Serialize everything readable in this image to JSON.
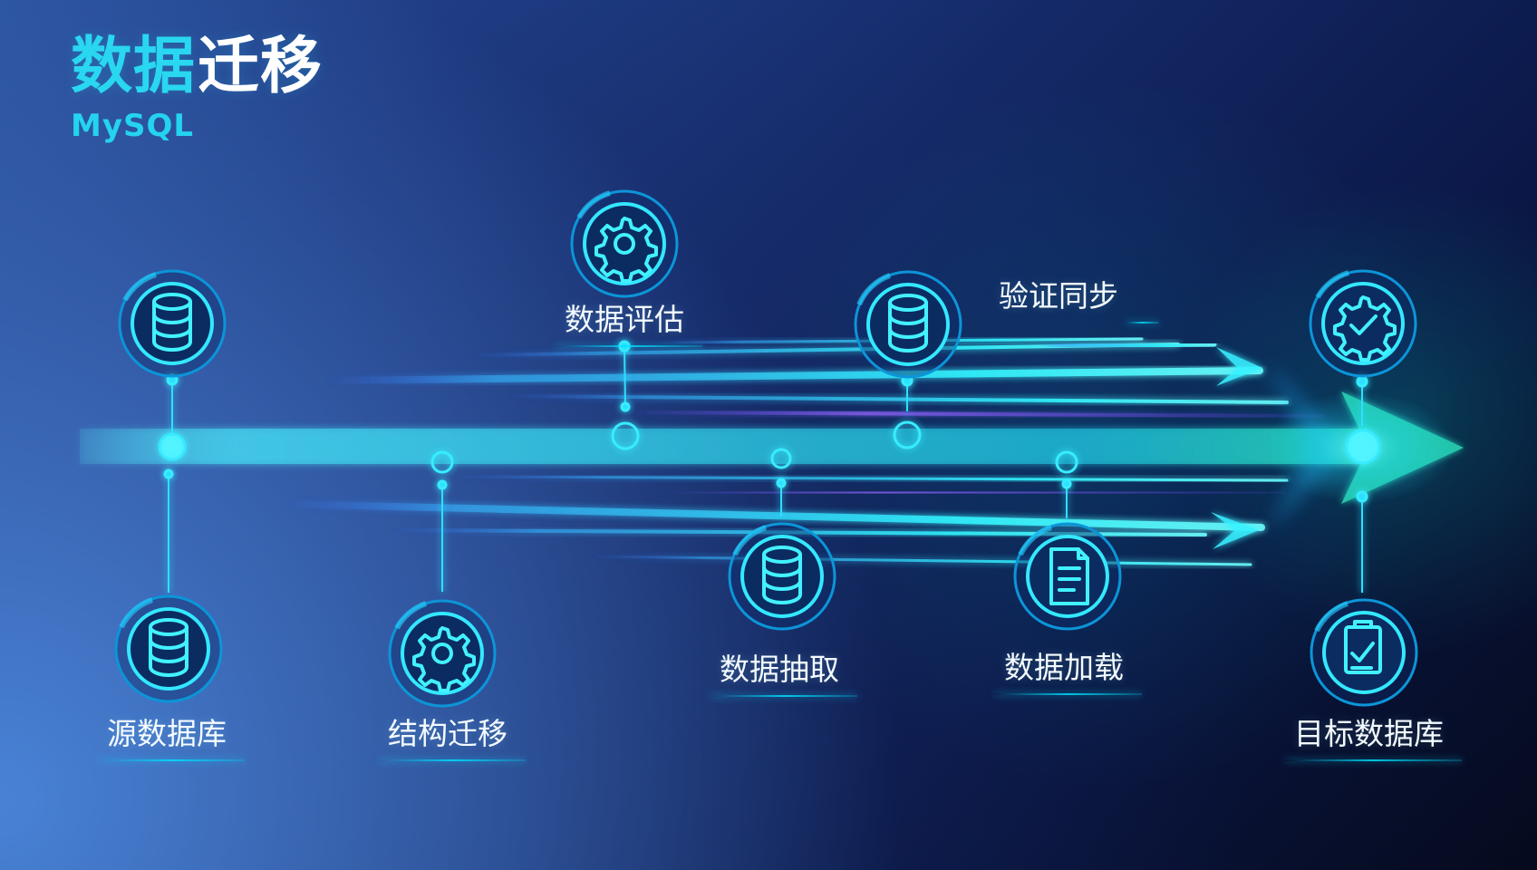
{
  "title": {
    "part1": "数据",
    "part2": "迁移"
  },
  "subtitle": "MySQL",
  "colors": {
    "accent": "#29d7f0",
    "text": "#ffffff"
  },
  "steps": [
    {
      "label": "源数据库",
      "icon": "database-icon"
    },
    {
      "label": "结构迁移",
      "icon": "gear-icon"
    },
    {
      "label": "数据评估",
      "icon": "gear-icon"
    },
    {
      "label": "数据抽取",
      "icon": "database-icon"
    },
    {
      "label": "验证同步",
      "icon": "database-icon"
    },
    {
      "label": "数据加载",
      "icon": "document-icon"
    },
    {
      "label": "目标数据库",
      "icon": "checklist-icon"
    }
  ],
  "top_icons": [
    {
      "icon": "database-icon"
    },
    {
      "icon": "gear-check-icon"
    }
  ]
}
